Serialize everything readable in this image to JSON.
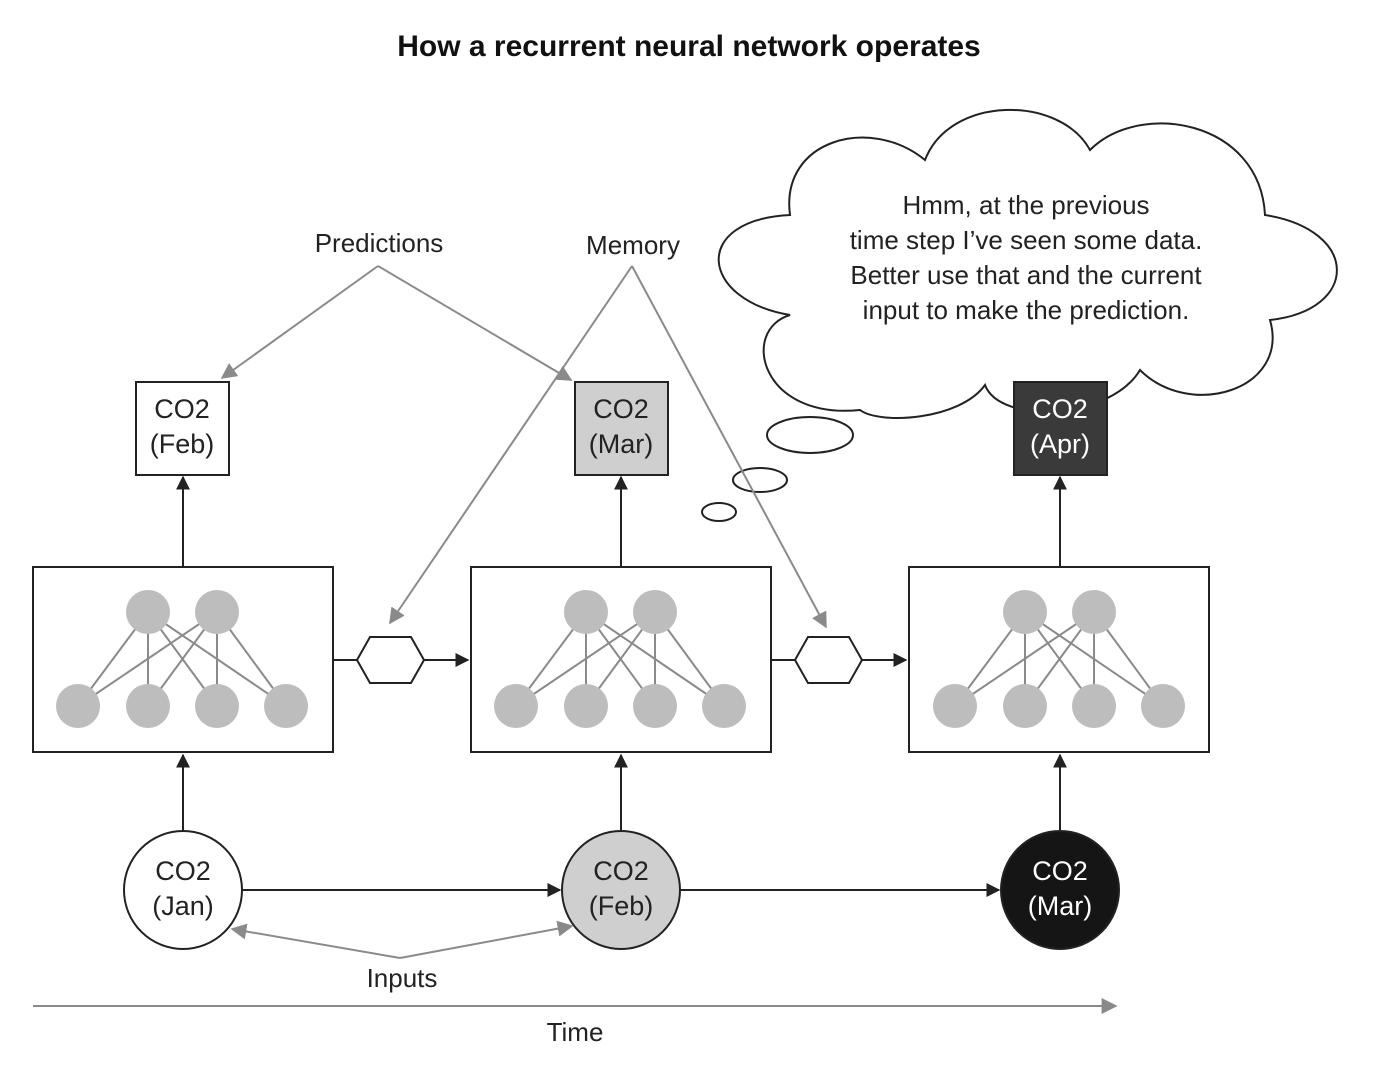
{
  "title": "How a recurrent neural network operates",
  "labels": {
    "predictions": "Predictions",
    "memory": "Memory",
    "inputs": "Inputs",
    "time": "Time"
  },
  "thought": {
    "line1": "Hmm, at the previous",
    "line2": "time step I’ve seen some data.",
    "line3": "Better use that and the current",
    "line4": "input to make the prediction."
  },
  "outputs": [
    {
      "line1": "CO2",
      "line2": "(Feb)",
      "fill": "#ffffff",
      "text_color": "#222222"
    },
    {
      "line1": "CO2",
      "line2": "(Mar)",
      "fill": "#cfcfcf",
      "text_color": "#222222"
    },
    {
      "line1": "CO2",
      "line2": "(Apr)",
      "fill": "#3a3a3a",
      "text_color": "#ffffff"
    }
  ],
  "inputs": [
    {
      "line1": "CO2",
      "line2": "(Jan)",
      "fill": "#ffffff",
      "text_color": "#222222"
    },
    {
      "line1": "CO2",
      "line2": "(Feb)",
      "fill": "#cfcfcf",
      "text_color": "#222222"
    },
    {
      "line1": "CO2",
      "line2": "(Mar)",
      "fill": "#151515",
      "text_color": "#ffffff"
    }
  ],
  "colors": {
    "neuron": "#bdbdbd",
    "arrow": "#222222",
    "annotation": "#8a8a8a"
  }
}
